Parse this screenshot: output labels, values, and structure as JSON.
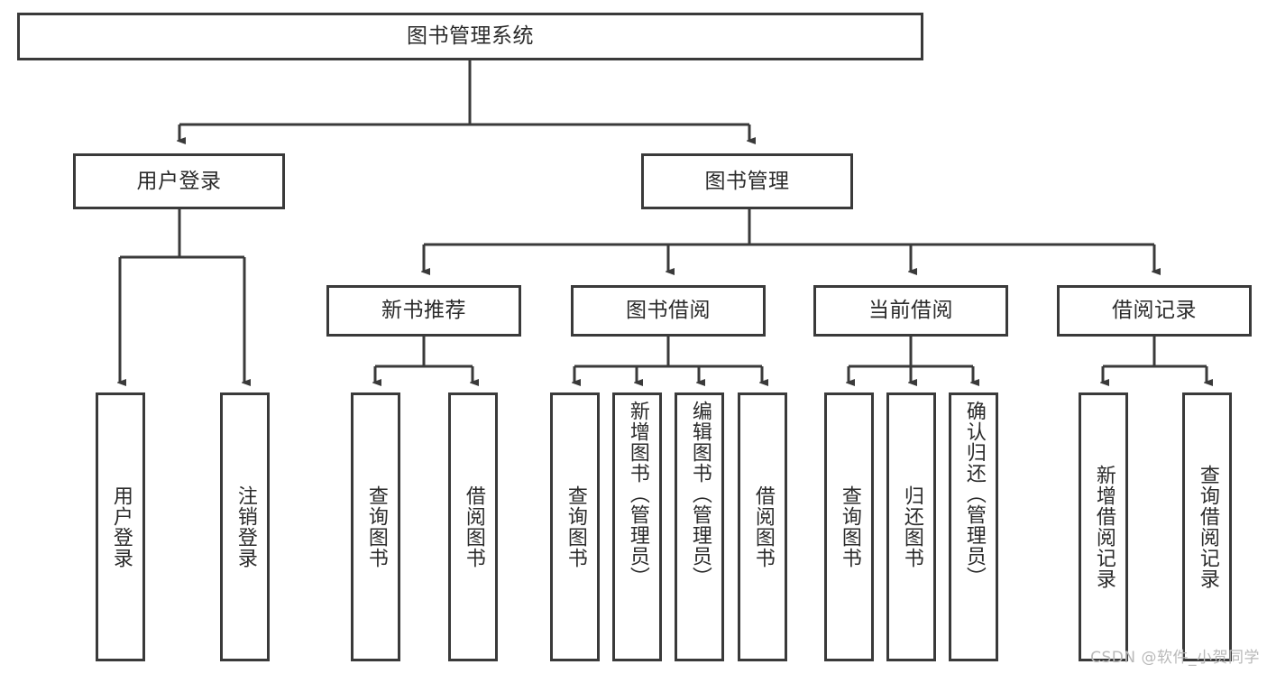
{
  "diagram": {
    "title": "图书管理系统",
    "root": {
      "id": "root",
      "label": "图书管理系统"
    },
    "level2": [
      {
        "id": "user-login",
        "label": "用户登录"
      },
      {
        "id": "book-management",
        "label": "图书管理"
      }
    ],
    "level3": [
      {
        "id": "new-book-recommend",
        "label": "新书推荐"
      },
      {
        "id": "book-borrow",
        "label": "图书借阅"
      },
      {
        "id": "current-borrow",
        "label": "当前借阅"
      },
      {
        "id": "borrow-record",
        "label": "借阅记录"
      }
    ],
    "leaves": {
      "user_login": [
        {
          "id": "leaf-user-login",
          "label": "用户登录"
        },
        {
          "id": "leaf-logout",
          "label": "注销登录"
        }
      ],
      "new_book_recommend": [
        {
          "id": "leaf-query-book-1",
          "label": "查询图书"
        },
        {
          "id": "leaf-borrow-book-1",
          "label": "借阅图书"
        }
      ],
      "book_borrow": [
        {
          "id": "leaf-query-book-2",
          "label": "查询图书"
        },
        {
          "id": "leaf-add-book",
          "label": "新增图书（管理员）"
        },
        {
          "id": "leaf-edit-book",
          "label": "编辑图书（管理员）"
        },
        {
          "id": "leaf-borrow-book-2",
          "label": "借阅图书"
        }
      ],
      "current_borrow": [
        {
          "id": "leaf-query-book-3",
          "label": "查询图书"
        },
        {
          "id": "leaf-return-book",
          "label": "归还图书"
        },
        {
          "id": "leaf-confirm-return",
          "label": "确认归还（管理员）"
        }
      ],
      "borrow_record": [
        {
          "id": "leaf-add-record",
          "label": "新增借阅记录"
        },
        {
          "id": "leaf-query-record",
          "label": "查询借阅记录"
        }
      ]
    },
    "watermark": "CSDN @软件_小贺同学",
    "colors": {
      "stroke": "#3a3a3a",
      "text": "#2b2b2b",
      "background": "#ffffff",
      "watermark": "#b9b9b9"
    }
  }
}
